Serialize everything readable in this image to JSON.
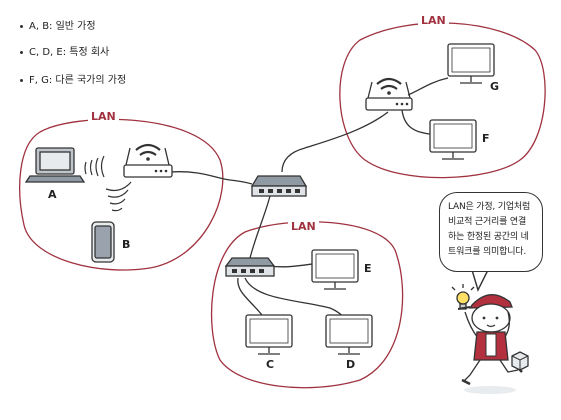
{
  "legend": [
    "A, B: 일반 가정",
    "C, D, E: 특정 회사",
    "F, G: 다른 국가의 가정"
  ],
  "lan_labels": {
    "left": "LAN",
    "top_right": "LAN",
    "bottom": "LAN"
  },
  "device_labels": {
    "A": "A",
    "B": "B",
    "C": "C",
    "D": "D",
    "E": "E",
    "F": "F",
    "G": "G"
  },
  "speech": [
    "LAN은 가정, 기업처럼",
    "비교적 근거리를 연결",
    "하는 한정된 공간의 네",
    "트워크를 의미합니다."
  ],
  "colors": {
    "lan_border": "#a0323f",
    "line": "#333333",
    "character_accent": "#b3313f"
  }
}
